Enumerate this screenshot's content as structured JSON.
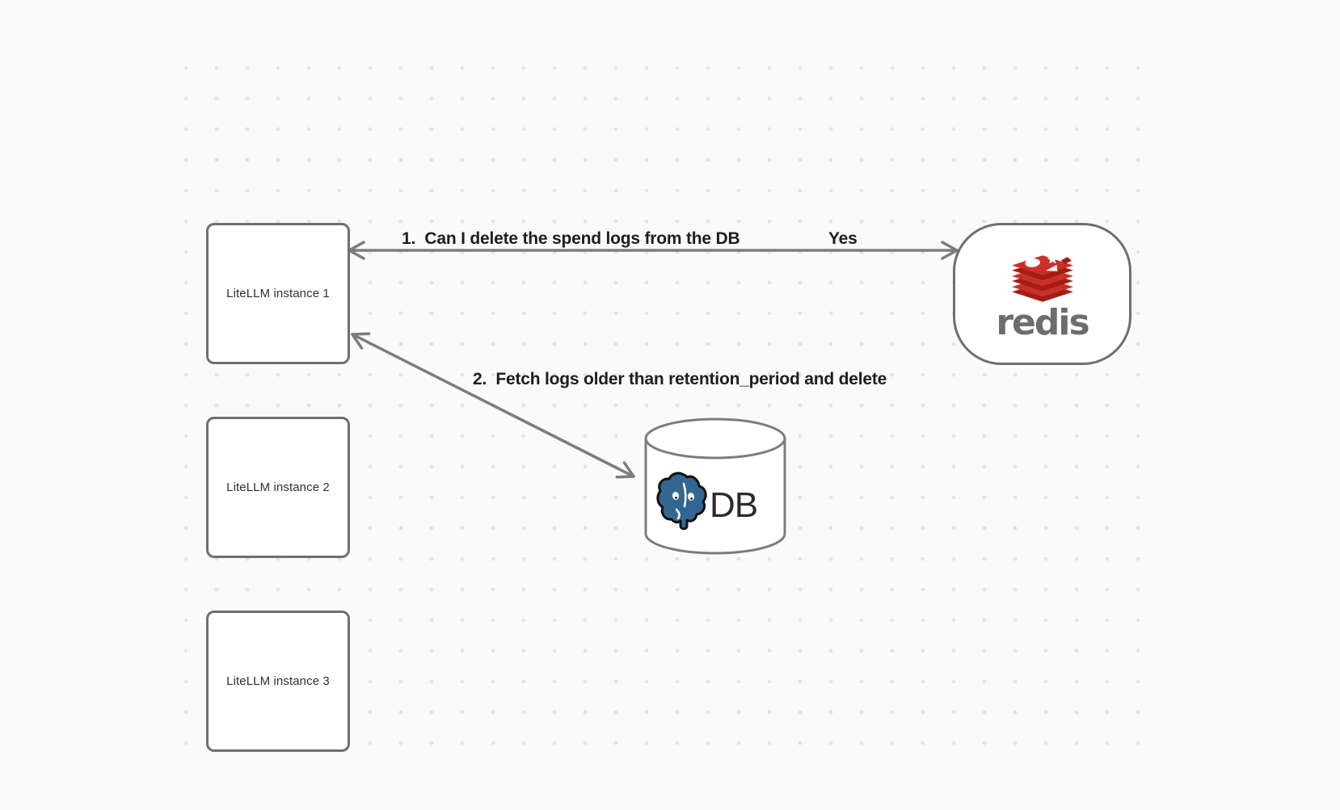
{
  "canvas": {
    "background_color": "#fafafa",
    "dot_color": "#e4e4e4"
  },
  "nodes": {
    "instances": [
      {
        "label": "LiteLLM instance 1"
      },
      {
        "label": "LiteLLM instance 2"
      },
      {
        "label": "LiteLLM instance 3"
      }
    ],
    "redis": {
      "label": "redis",
      "logo_icon": "redis-stack-logo",
      "logo_red": "#c9302b",
      "logo_dark_red": "#a41e11",
      "wordmark_color": "#6d6d6d"
    },
    "database": {
      "label": "DB",
      "logo_icon": "postgresql-elephant",
      "logo_blue": "#336791"
    }
  },
  "annotations": {
    "step1": "1.  Can I delete the spend logs from the DB",
    "step1_answer": "Yes",
    "step2": "2.  Fetch logs older than retention_period and delete"
  },
  "edges": [
    {
      "from": "redis",
      "to": "litellm-instance-1",
      "style": "double-open-arrow",
      "label_ref": "step1",
      "answer_ref": "step1_answer"
    },
    {
      "from": "litellm-instance-1",
      "to": "database",
      "style": "double-open-arrow",
      "label_ref": "step2"
    }
  ],
  "colors": {
    "node_border": "#6f6f6f",
    "arrow": "#7c7c7c",
    "label_text": "#1d1d1d",
    "instance_label_text": "#303030"
  }
}
